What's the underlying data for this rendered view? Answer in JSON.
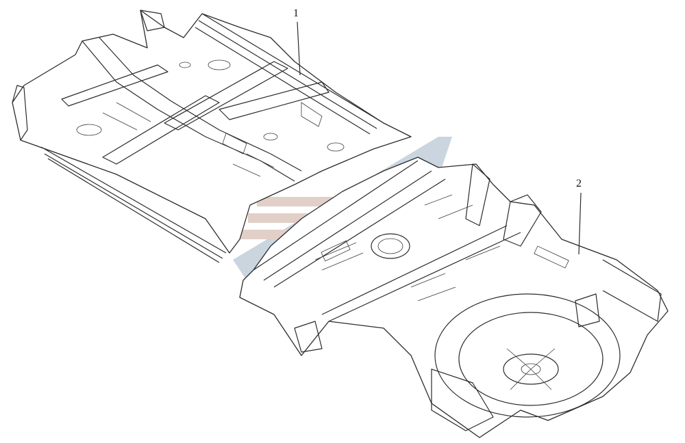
{
  "callouts": [
    {
      "label": "1"
    },
    {
      "label": "2"
    }
  ],
  "parts": [
    {
      "callout": "1",
      "name": "front-floor-panel-assembly"
    },
    {
      "callout": "2",
      "name": "rear-floor-panel-assembly"
    }
  ],
  "colors": {
    "line": "#2a2a2a",
    "background": "#ffffff",
    "watermark_blue": "#9fb3c4",
    "watermark_red": "#c9a89c"
  },
  "watermark": {
    "description_icon": "brand-logo-watermark"
  }
}
